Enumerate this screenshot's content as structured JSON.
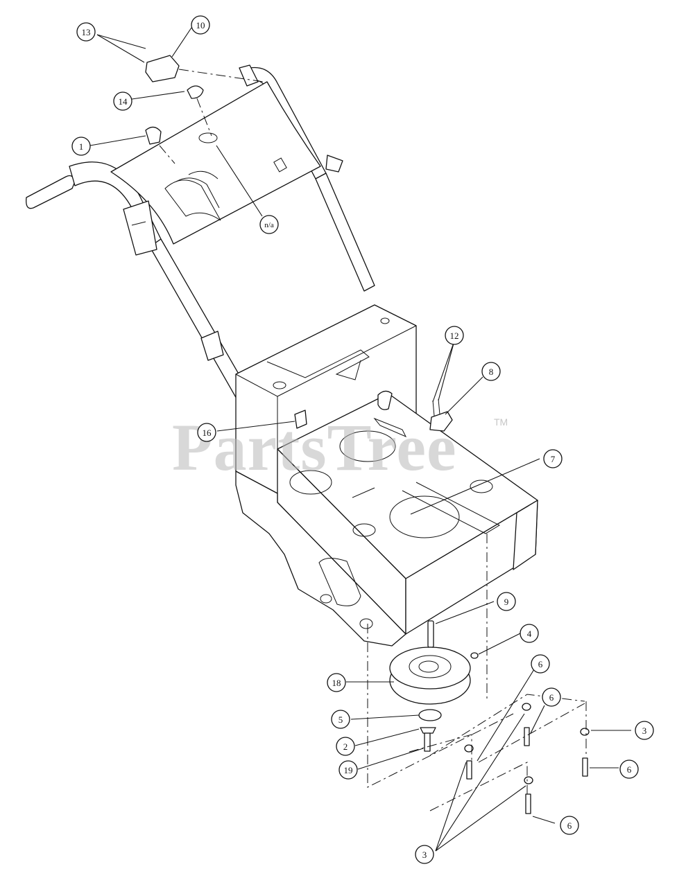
{
  "watermark": {
    "text": "PartsTree",
    "trademark": "TM"
  },
  "callouts": [
    {
      "id": "c13",
      "label": "13"
    },
    {
      "id": "c10",
      "label": "10"
    },
    {
      "id": "c14",
      "label": "14"
    },
    {
      "id": "c1",
      "label": "1"
    },
    {
      "id": "cna",
      "label": "n/a"
    },
    {
      "id": "c12",
      "label": "12"
    },
    {
      "id": "c8",
      "label": "8"
    },
    {
      "id": "c16",
      "label": "16"
    },
    {
      "id": "c7",
      "label": "7"
    },
    {
      "id": "c9",
      "label": "9"
    },
    {
      "id": "c4",
      "label": "4"
    },
    {
      "id": "c6a",
      "label": "6"
    },
    {
      "id": "c18",
      "label": "18"
    },
    {
      "id": "c6b",
      "label": "6"
    },
    {
      "id": "c5",
      "label": "5"
    },
    {
      "id": "c3a",
      "label": "3"
    },
    {
      "id": "c2",
      "label": "2"
    },
    {
      "id": "c6c",
      "label": "6"
    },
    {
      "id": "c19",
      "label": "19"
    },
    {
      "id": "c6d",
      "label": "6"
    },
    {
      "id": "c3b",
      "label": "3"
    }
  ]
}
